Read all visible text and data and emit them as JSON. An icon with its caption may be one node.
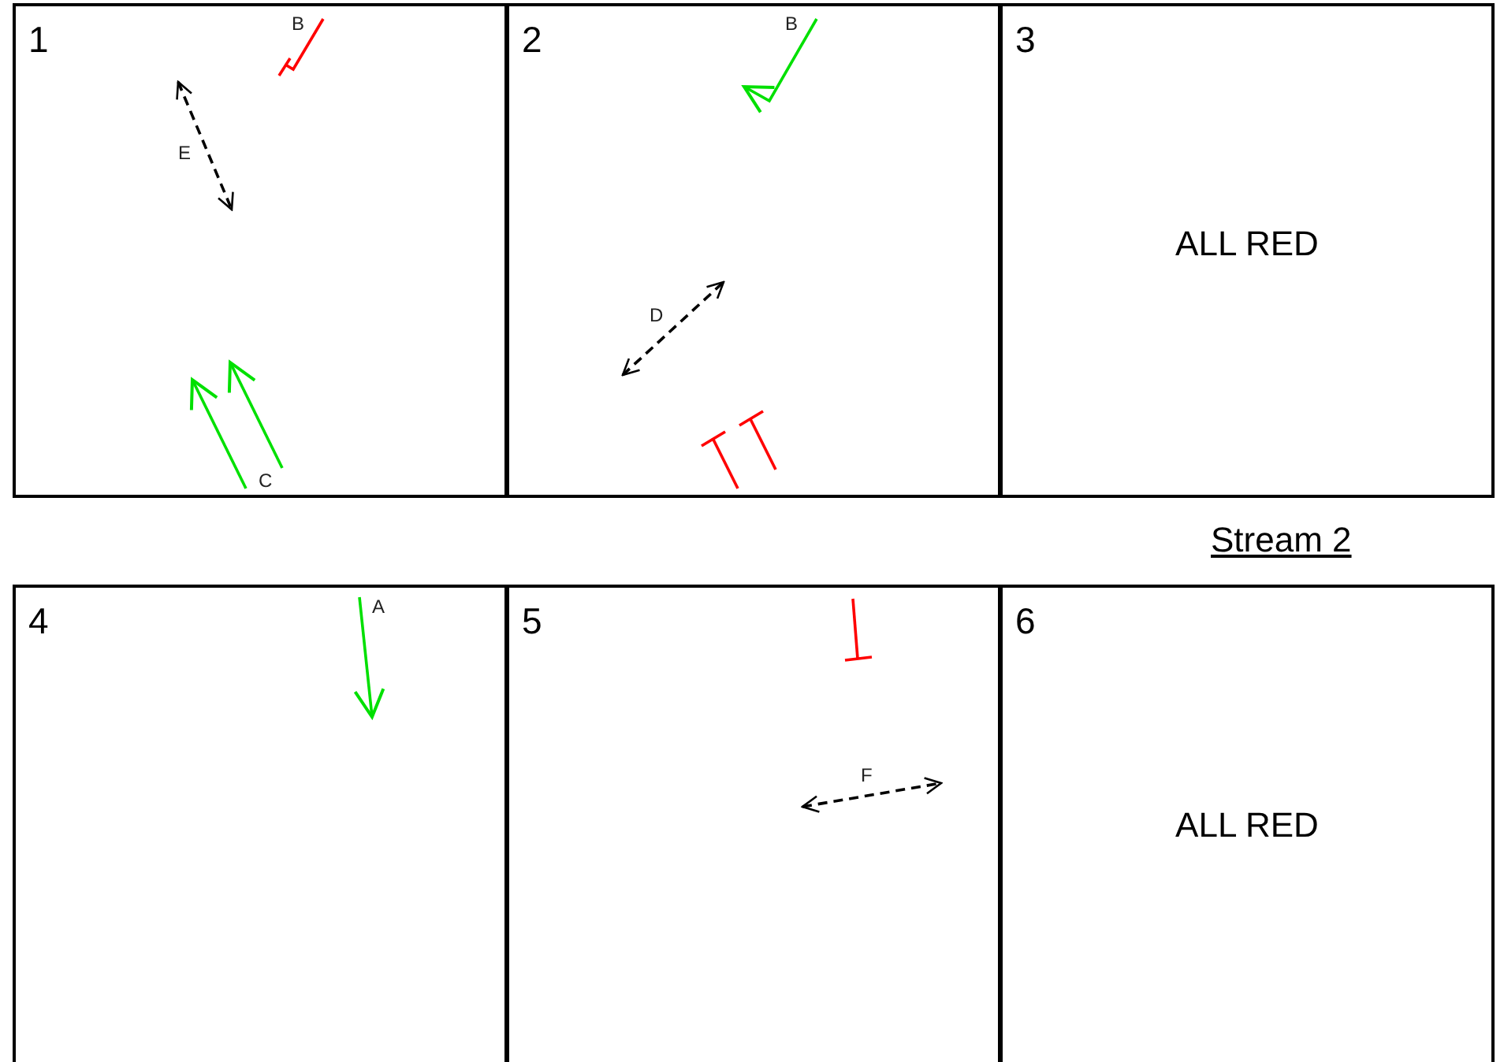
{
  "diagram": {
    "nodes": [
      {
        "text": [
          "1"
        ]
      },
      {
        "text": [
          "2"
        ]
      },
      {
        "text": [
          "3",
          "ALL RED"
        ]
      },
      {
        "text": [
          "4"
        ]
      },
      {
        "text": [
          "5"
        ]
      },
      {
        "text": [
          "6",
          "ALL RED"
        ]
      }
    ],
    "labels": [
      "B",
      "E",
      "C",
      "B",
      "D",
      "Stream 2",
      "A",
      "F"
    ]
  }
}
